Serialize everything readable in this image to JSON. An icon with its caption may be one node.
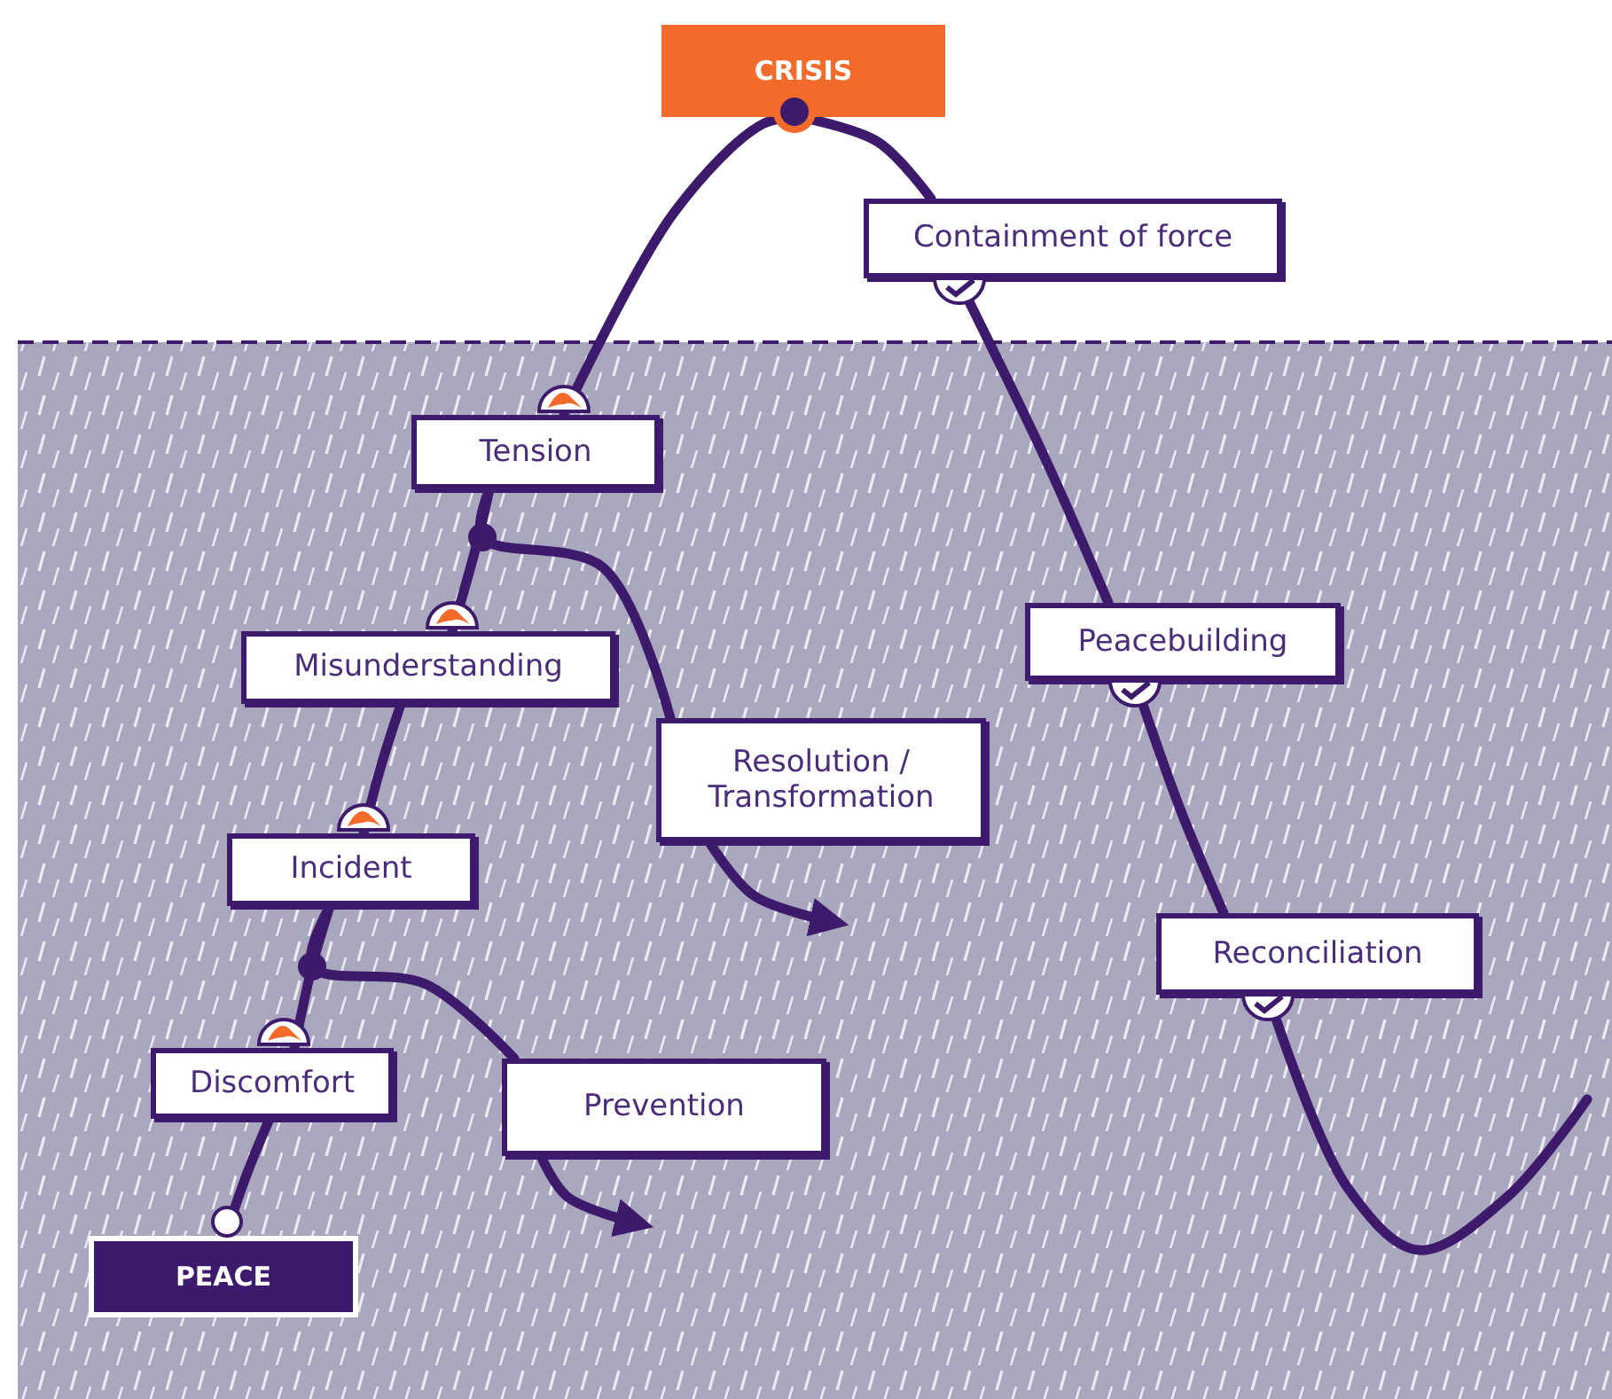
{
  "diagram": {
    "nodes": [
      {
        "text": [
          "PEACE"
        ]
      },
      {
        "text": [
          "Discomfort"
        ]
      },
      {
        "text": [
          "Incident"
        ]
      },
      {
        "text": [
          "Misunderstanding"
        ]
      },
      {
        "text": [
          "Tension"
        ]
      },
      {
        "text": [
          "CRISIS"
        ]
      },
      {
        "text": [
          "Containment of force"
        ]
      },
      {
        "text": [
          "Peacebuilding"
        ]
      },
      {
        "text": [
          "Reconciliation"
        ]
      },
      {
        "text": [
          "Prevention"
        ]
      },
      {
        "text": [
          "Resolution / Transformation"
        ]
      }
    ],
    "edges": [
      {
        "from": 0,
        "to": 1,
        "arrow": "none"
      },
      {
        "from": 1,
        "to": 2,
        "arrow": "none"
      },
      {
        "from": 2,
        "to": 3,
        "arrow": "none"
      },
      {
        "from": 3,
        "to": 4,
        "arrow": "none"
      },
      {
        "from": 4,
        "to": 5,
        "arrow": "none"
      },
      {
        "from": 5,
        "to": 6,
        "arrow": "none"
      },
      {
        "from": 6,
        "to": 7,
        "arrow": "none"
      },
      {
        "from": 7,
        "to": 8,
        "arrow": "none"
      },
      {
        "from": 8,
        "to": null,
        "arrow": "none"
      },
      {
        "from": 2,
        "to": 9,
        "arrow": "none"
      },
      {
        "from": 9,
        "to": null,
        "arrow": "to"
      },
      {
        "from": 4,
        "to": 10,
        "arrow": "none"
      },
      {
        "from": 10,
        "to": null,
        "arrow": "to"
      }
    ]
  }
}
